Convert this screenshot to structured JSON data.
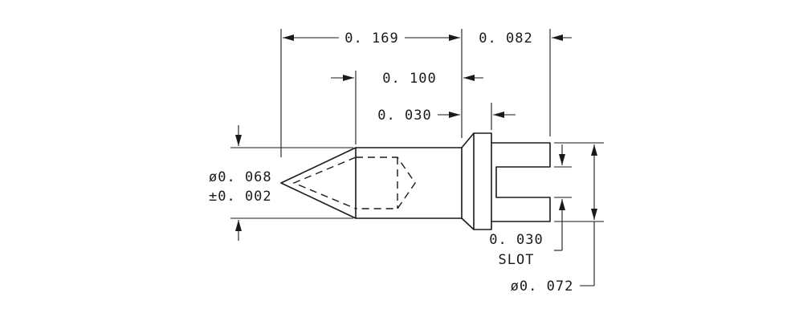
{
  "dimensions": {
    "overall_tip_to_flange": "0. 169",
    "tail_length": "0. 082",
    "body_length": "0. 100",
    "flange_thickness": "0. 030",
    "body_diameter_line1": "ø0. 068",
    "body_diameter_line2": "±0. 002",
    "slot_width": "0. 030",
    "slot_label": "SLOT",
    "tail_diameter": "ø0. 072"
  },
  "colors": {
    "ink": "#1a1a1a",
    "paper": "#ffffff"
  }
}
